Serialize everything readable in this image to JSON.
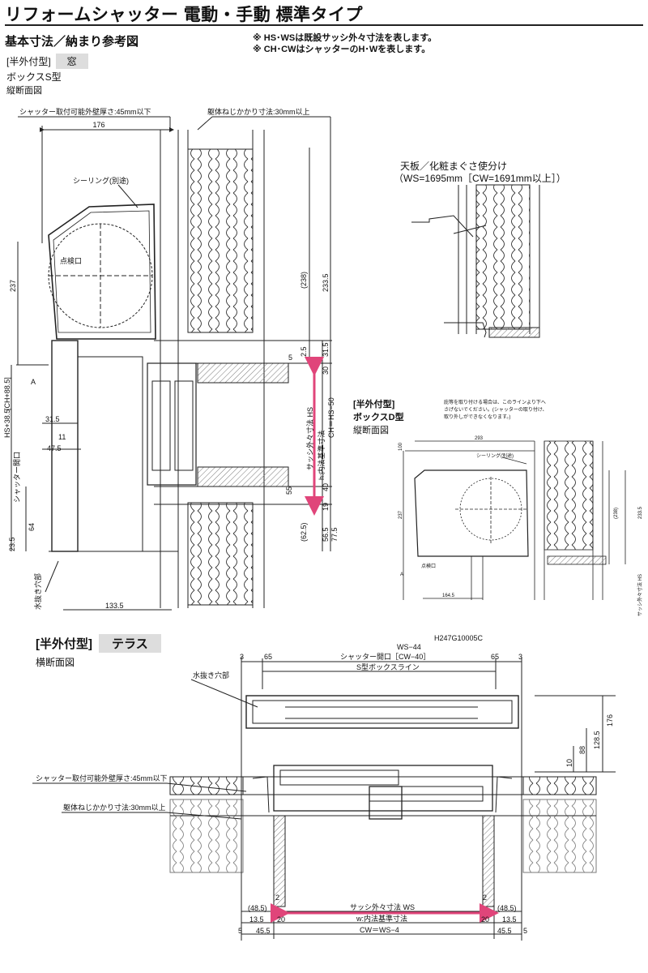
{
  "header": {
    "title": "リフォームシャッター 電動・手動 標準タイプ",
    "section": "基本寸法／納まり参考図",
    "notes": [
      "※ HS･WSは既設サッシ外々寸法を表します。",
      "※ CH･CWはシャッターのH･Wを表します。"
    ]
  },
  "vertical": {
    "type_label": "[半外付型]",
    "type_value": "窓",
    "box": "ボックスS型",
    "view": "縦断面図",
    "callouts": {
      "mount_wall": "シャッター取付可能外壁厚さ:45mm以下",
      "screw": "躯体ねじかかり寸法:30mm以上",
      "sealing": "シーリング(別途)",
      "inspection": "点検口",
      "drain": "水抜き穴部",
      "sash_outer": "サッシ外々寸法 HS",
      "inner_std": "h:内法基準寸法",
      "ch_eq": "CH＝HS−50",
      "hs_plus": "HS+38.5",
      "ch_plus": "[CH+88.5]",
      "opening": "シャッター開口",
      "label_a": "A"
    },
    "dims": {
      "top_width": "176",
      "height_237": "237",
      "d238": "(238)",
      "d233_5": "233.5",
      "d31_5": "31.5",
      "d2_5": "2.5",
      "d5": "5",
      "d30": "30",
      "d40": "40",
      "d55": "55",
      "d19": "19",
      "d62_5": "(62.5)",
      "d56_5": "56.5",
      "d77_5": "77.5",
      "d64": "64",
      "d23_5": "23.5",
      "d31_5b": "31.5",
      "d11": "11",
      "d47_5": "47.5",
      "d133_5": "133.5"
    }
  },
  "top_detail": {
    "title": "天板／化粧まぐさ使分け",
    "condition": "（WS=1695mm［CW=1691mm以上］）"
  },
  "box_d": {
    "type_label": "[半外付型]",
    "box": "ボックスD型",
    "view": "縦断面図",
    "note_line1": "庇等を取り付ける場合は、このラインより下へ",
    "note_line2": "さげないでください。(シャッターの取り付け、",
    "note_line3": "取り外しができなくなります。)",
    "dims": {
      "w293": "293",
      "h100": "100",
      "h237": "237",
      "d238": "(238)",
      "d233_5": "233.5",
      "w164_5": "164.5"
    },
    "callouts": {
      "sealing": "シーリング(別途)",
      "inspection": "点検口",
      "sash": "サッシ外々寸法 HS",
      "label_a": "A"
    }
  },
  "horizontal": {
    "type_label": "[半外付型]",
    "type_value": "テラス",
    "view": "横断面図",
    "doc_code": "H247G10005C",
    "ws44": "WS−44",
    "opening": "シャッター開口［CW−40］",
    "box_line": "S型ボックスライン",
    "drain": "水抜き穴部",
    "mount_wall": "シャッター取付可能外壁厚さ:45mm以下",
    "screw": "躯体ねじかかり寸法:30mm以上",
    "sash_ws": "サッシ外々寸法 WS",
    "inner_w": "w:内法基準寸法",
    "cw_eq": "CW＝WS−4",
    "dims": {
      "d3": "3",
      "d65": "65",
      "d176": "176",
      "d128_5": "128.5",
      "d88": "88",
      "d10": "10",
      "d2": "2",
      "d48_5": "(48.5)",
      "d13_5": "13.5",
      "d20": "20",
      "d5": "5",
      "d45_5": "45.5"
    }
  },
  "colors": {
    "arrow": "#e0457a",
    "hatch": "#888888",
    "line": "#222222"
  }
}
